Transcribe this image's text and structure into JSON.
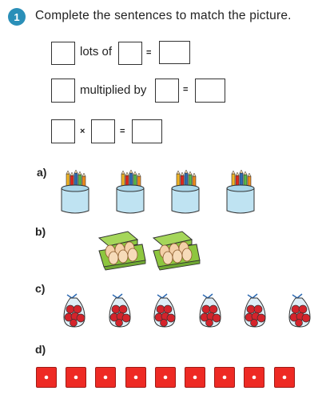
{
  "question": {
    "number": "1",
    "instruction": "Complete the sentences to match the picture."
  },
  "sentences": {
    "lots_of": "lots of",
    "equals": "=",
    "multiplied_by": "multiplied by",
    "times": "×"
  },
  "parts": {
    "a": {
      "label": "a)",
      "item": "pencil pot",
      "count": 4
    },
    "b": {
      "label": "b)",
      "item": "egg box",
      "count": 2
    },
    "c": {
      "label": "c)",
      "item": "bag of red balls",
      "count": 6
    },
    "d": {
      "label": "d)",
      "item": "red dice block",
      "count": 9
    }
  },
  "colors": {
    "accent": "#2a8fb8",
    "dice_red": "#ee2a24",
    "pot_blue": "#bfe3f2",
    "egg_box_green": "#8dc63f",
    "bag_ball_red": "#d4232b"
  }
}
